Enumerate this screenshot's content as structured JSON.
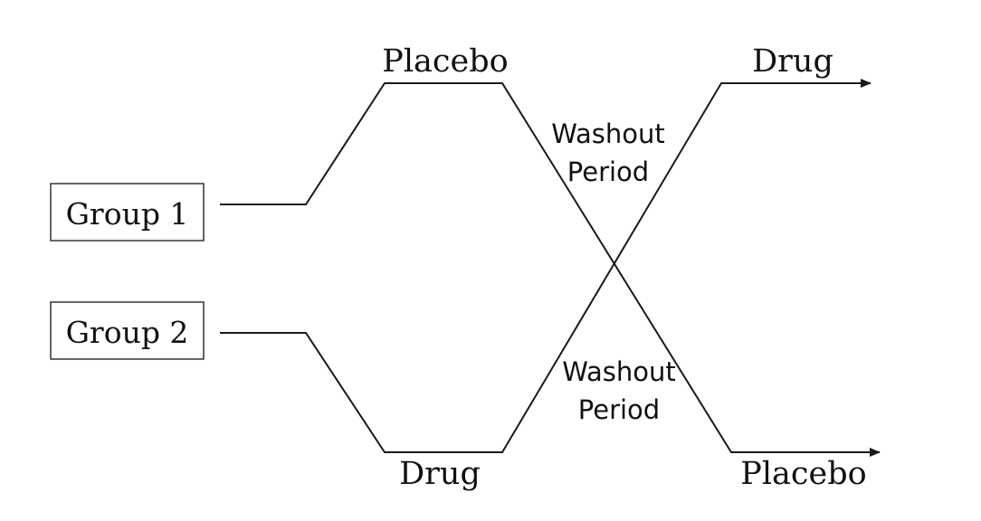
{
  "groups": {
    "group1_label": "Group 1",
    "group2_label": "Group 2"
  },
  "phases": {
    "top_left": "Placebo",
    "top_right": "Drug",
    "bottom_left": "Drug",
    "bottom_right": "Placebo"
  },
  "washout": {
    "upper_line1": "Washout",
    "upper_line2": "Period",
    "lower_line1": "Washout",
    "lower_line2": "Period"
  },
  "colors": {
    "line": "#1a1a1a",
    "text": "#111111",
    "background": "#ffffff"
  }
}
